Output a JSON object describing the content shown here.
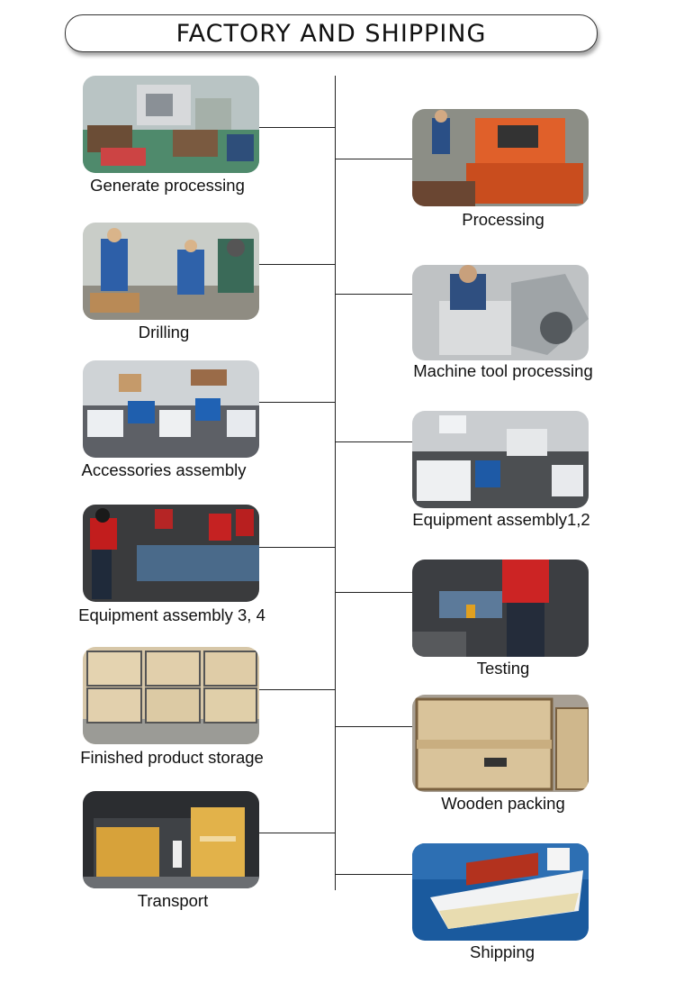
{
  "title": "FACTORY AND SHIPPING",
  "left": [
    {
      "label": "Generate processing",
      "photo": "workshop-machines-photo"
    },
    {
      "label": "Drilling",
      "photo": "drilling-workers-photo"
    },
    {
      "label": "Accessories assembly",
      "photo": "accessories-assembly-photo"
    },
    {
      "label": "Equipment assembly 3, 4",
      "photo": "equipment-assembly-workers-photo"
    },
    {
      "label": "Finished product storage",
      "photo": "crate-storage-photo"
    },
    {
      "label": "Transport",
      "photo": "truck-loading-photo"
    }
  ],
  "right": [
    {
      "label": "Processing",
      "photo": "band-saw-machine-photo"
    },
    {
      "label": "Machine tool processing",
      "photo": "machine-tool-photo"
    },
    {
      "label": "Equipment assembly1,2",
      "photo": "assembly-line-photo"
    },
    {
      "label": "Testing",
      "photo": "testing-worker-photo"
    },
    {
      "label": "Wooden packing",
      "photo": "wooden-crate-photo"
    },
    {
      "label": "Shipping",
      "photo": "cargo-ship-photo"
    }
  ]
}
